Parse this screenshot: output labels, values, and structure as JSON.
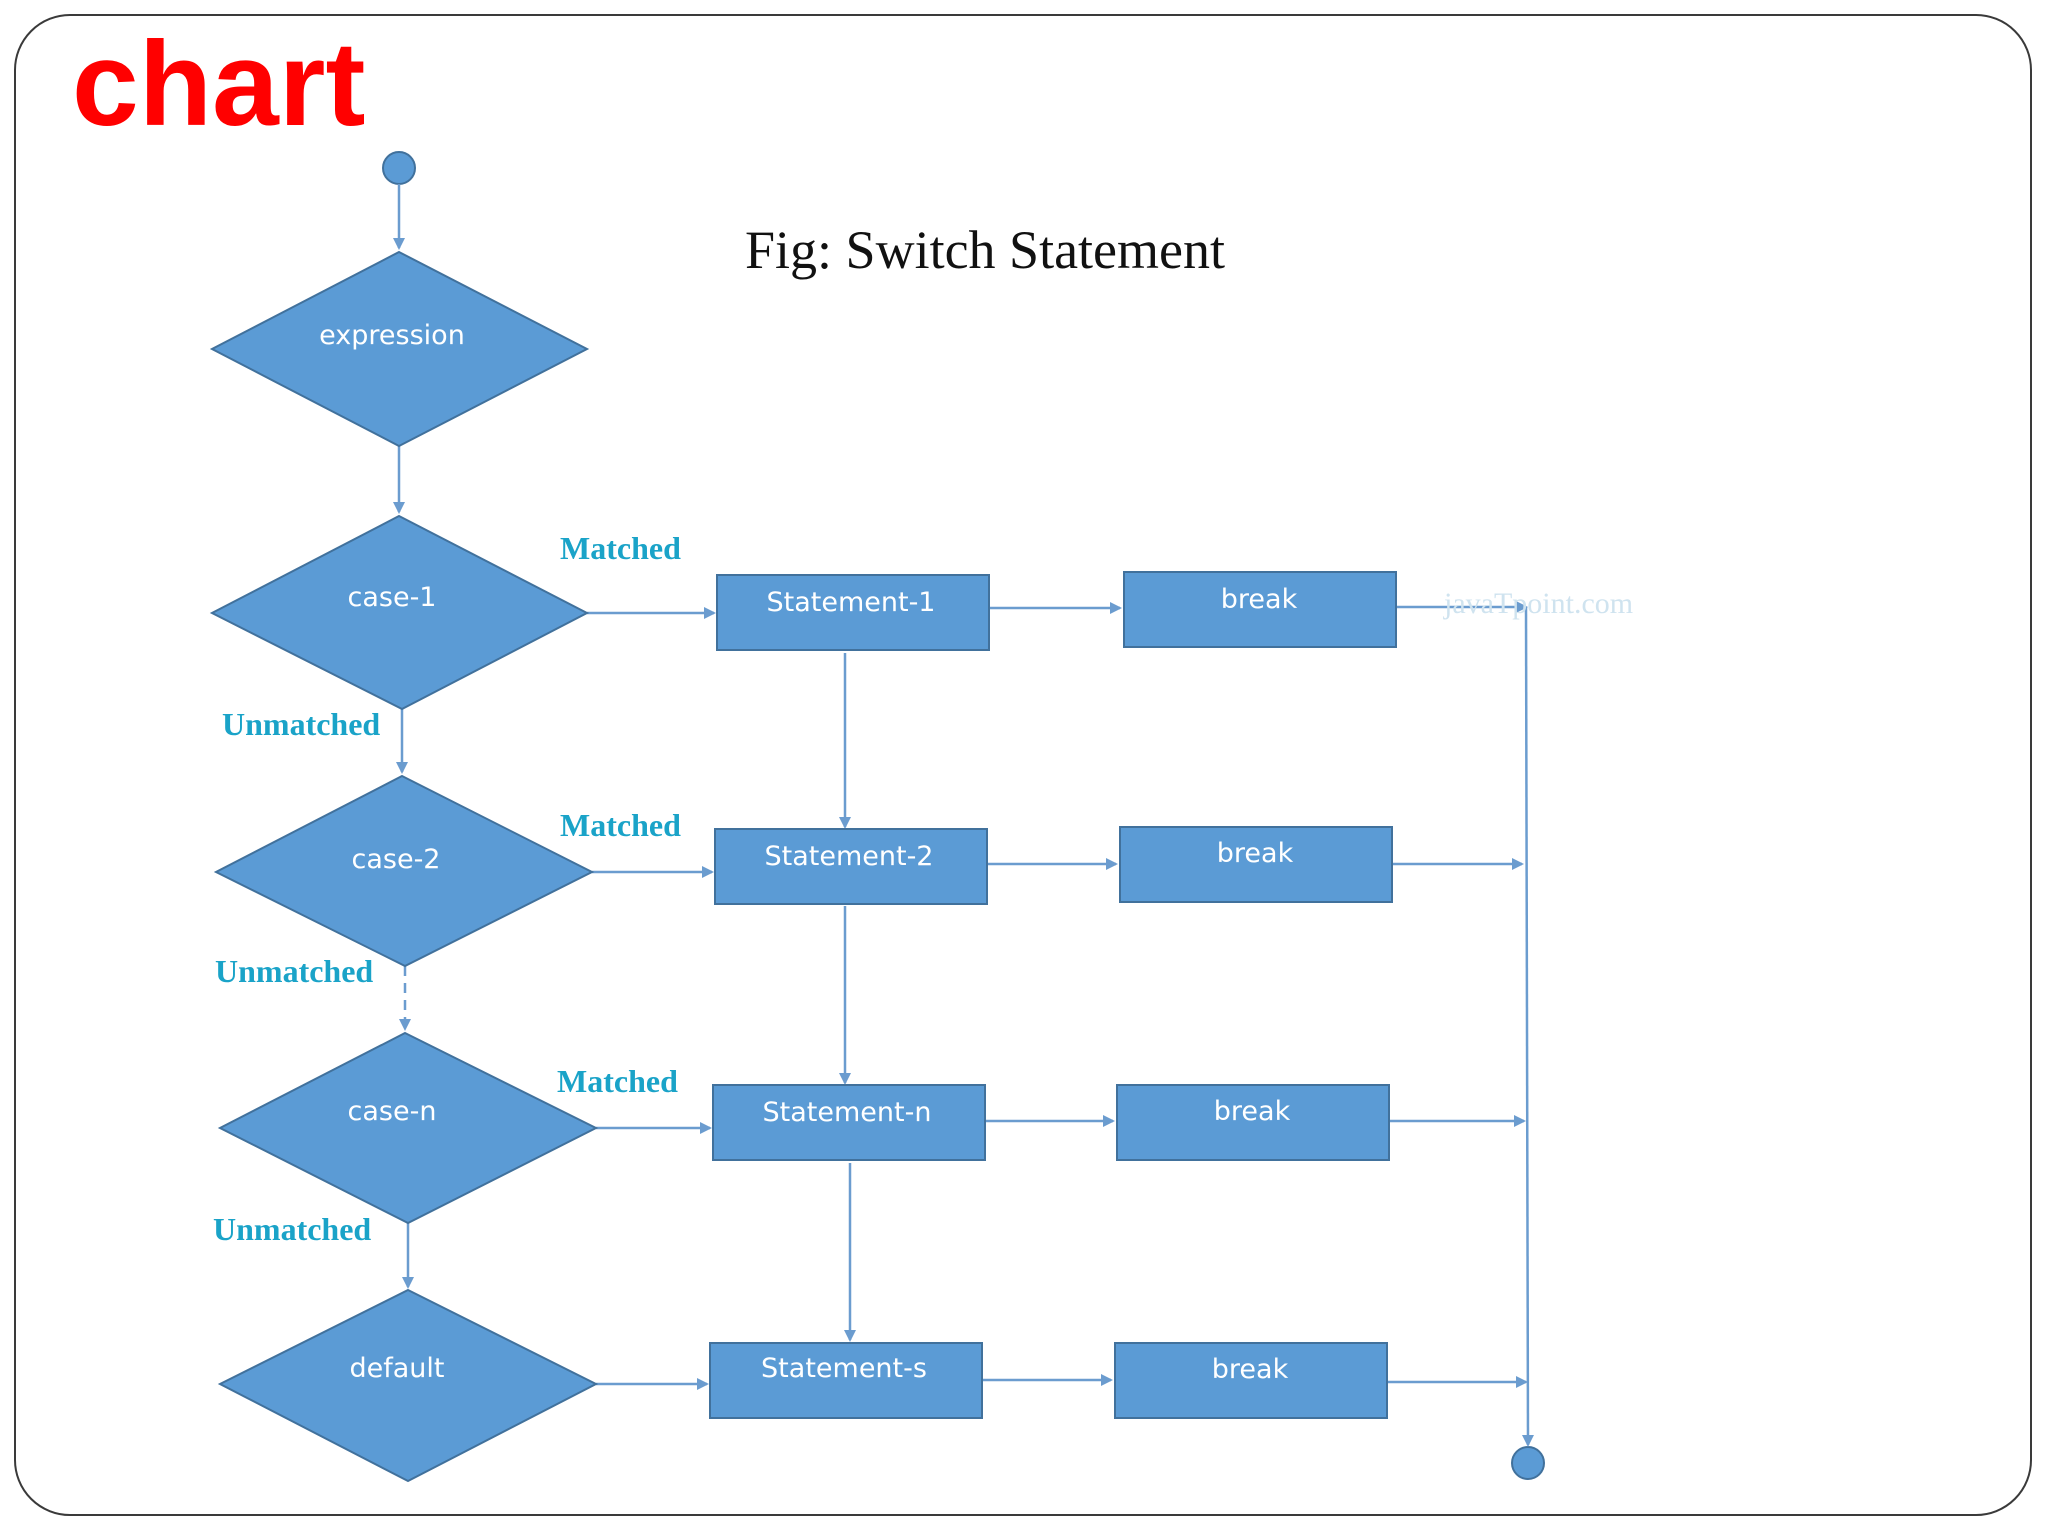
{
  "slide": {
    "title": "chart"
  },
  "figure": {
    "caption": "Fig: Switch Statement",
    "watermark": "javaTpoint.com",
    "colors": {
      "node_fill": "#5b9bd5",
      "node_stroke": "#41719c",
      "edge": "#6b9ccf",
      "edge_label": "#1aa3c8",
      "title": "#ff0000"
    },
    "nodes": {
      "expression": "expression",
      "case_1": "case-1",
      "case_2": "case-2",
      "case_n": "case-n",
      "default": "default",
      "statement_1": "Statement-1",
      "statement_2": "Statement-2",
      "statement_n": "Statement-n",
      "statement_s": "Statement-s",
      "break_1": "break",
      "break_2": "break",
      "break_n": "break",
      "break_s": "break"
    },
    "edge_labels": {
      "matched_1": "Matched",
      "matched_2": "Matched",
      "matched_n": "Matched",
      "unmatched_1": "Unmatched",
      "unmatched_2": "Unmatched",
      "unmatched_n": "Unmatched"
    }
  }
}
